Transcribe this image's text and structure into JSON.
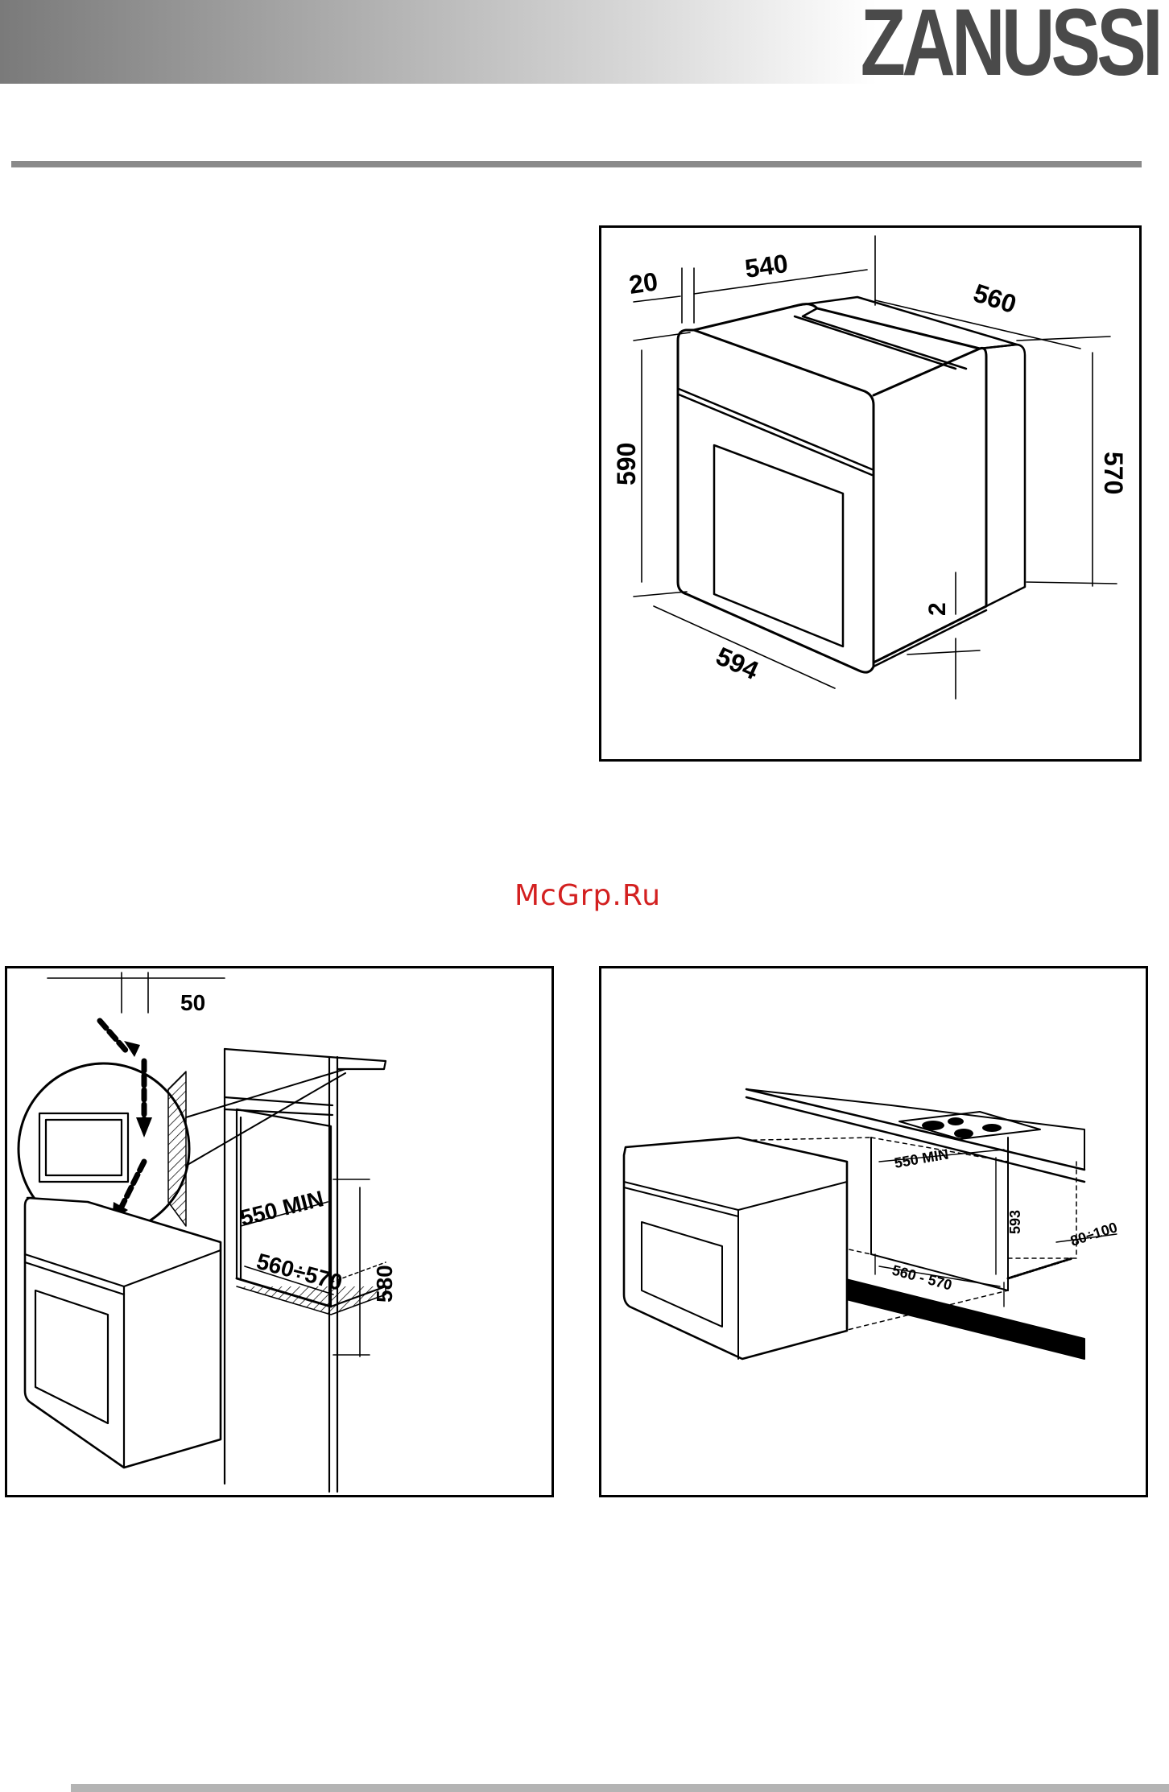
{
  "brand": {
    "name": "ZANUSSI"
  },
  "watermark": {
    "text": "McGrp.Ru",
    "color": "#d32020"
  },
  "colors": {
    "header_gradient_start": "#7a7a7a",
    "header_gradient_end": "#ffffff",
    "rule": "#8a8a8a",
    "line": "#000000"
  },
  "figures": {
    "dimensions": {
      "width_front": "594",
      "height_front": "590",
      "depth_body": "540",
      "panel_thickness": "20",
      "depth_total": "560",
      "height_body": "570",
      "gap": "2"
    },
    "ventilation": {
      "top_gap": "50",
      "niche_depth": "550 MIN",
      "niche_width": "560÷570",
      "niche_height": "580"
    },
    "undercounter": {
      "niche_depth": "550 MIN",
      "niche_height": "593",
      "niche_width": "560 - 570",
      "rear_gap": "80÷100"
    }
  }
}
